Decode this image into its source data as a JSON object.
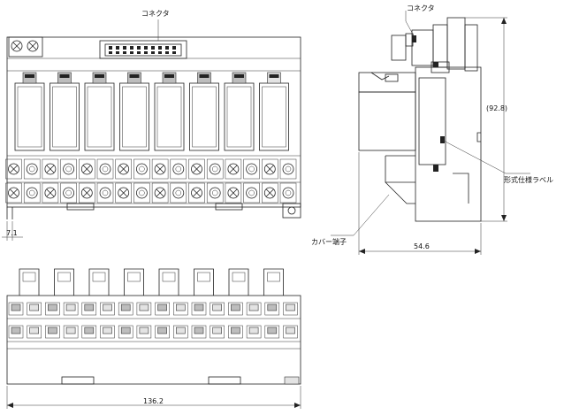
{
  "labels": {
    "connector_front": "コネクタ",
    "connector_side": "コネクタ",
    "model_label": "形式仕様ラベル",
    "cover_terminal": "カバー端子"
  },
  "dimensions": {
    "pitch": "7.1",
    "depth": "54.6",
    "height": "(92.8)",
    "width": "136.2"
  },
  "front_view": {
    "relay_count": 8,
    "terminal_columns": 16,
    "terminal_rows": 2
  },
  "bottom_view": {
    "terminal_columns": 16,
    "terminal_rows": 2
  }
}
